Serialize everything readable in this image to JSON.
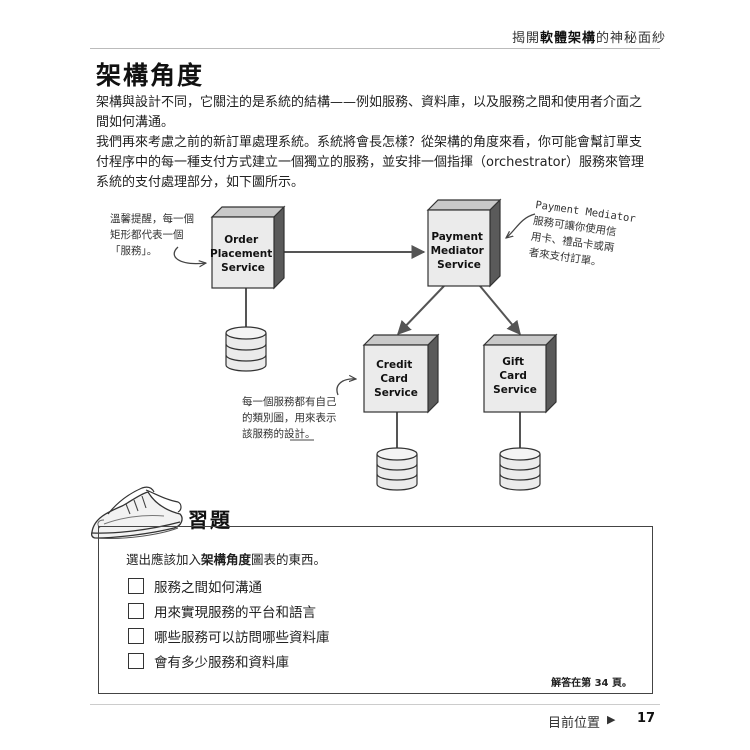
{
  "header": {
    "title_pre": "揭開",
    "title_bold": "軟體架構",
    "title_post": "的神秘面紗"
  },
  "section": {
    "title": "架構角度",
    "paragraphs": [
      "架構與設計不同，它關注的是系統的結構——例如服務、資料庫，以及服務之間和使用者介面之間如何溝通。",
      "我們再來考慮之前的新訂單處理系統。系統將會長怎樣？從架構的角度來看，你可能會幫訂單支付程序中的每一種支付方式建立一個獨立的服務，並安排一個指揮（orchestrator）服務來管理系統的支付處理部分，如下圖所示。"
    ]
  },
  "diagram": {
    "services": [
      {
        "lines": [
          "Order",
          "Placement",
          "Service"
        ]
      },
      {
        "lines": [
          "Payment",
          "Mediator",
          "Service"
        ]
      },
      {
        "lines": [
          "Credit",
          "Card",
          "Service"
        ]
      },
      {
        "lines": [
          "Gift",
          "Card",
          "Service"
        ]
      }
    ],
    "notes": {
      "left": [
        "溫馨提醒，每一個",
        "矩形都代表一個",
        "「服務」。"
      ],
      "right_title": "Payment Mediator",
      "right": [
        "服務可讓你使用信",
        "用卡、禮品卡或兩",
        "者來支付訂單。"
      ],
      "bottom": [
        "每一個服務都有自己",
        "的類別圖，用來表示",
        "該服務的設計。"
      ]
    }
  },
  "exercise": {
    "title": "習題",
    "intro_pre": "選出應該加入",
    "intro_bold": "架構角度",
    "intro_post": "圖表的東西。",
    "options": [
      "服務之間如何溝通",
      "用來實現服務的平台和語言",
      "哪些服務可以訪問哪些資料庫",
      "會有多少服務和資料庫"
    ],
    "answer_ref": "解答在第 34 頁。"
  },
  "footer": {
    "location": "目前位置",
    "page": "17"
  }
}
